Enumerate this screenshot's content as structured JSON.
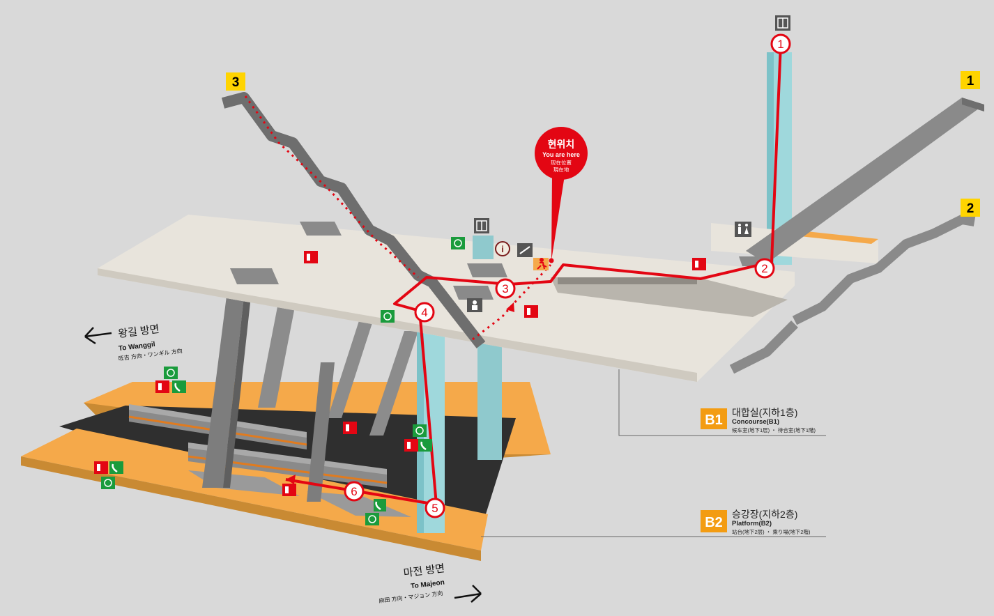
{
  "exits": [
    {
      "id": "exit-1",
      "label": "1"
    },
    {
      "id": "exit-2",
      "label": "2"
    },
    {
      "id": "exit-3",
      "label": "3"
    }
  ],
  "you_are_here": {
    "ko": "현위치",
    "en": "You are here",
    "zh": "现在位置",
    "ja": "現在地"
  },
  "route_steps": [
    "1",
    "2",
    "3",
    "4",
    "5",
    "6"
  ],
  "directions": {
    "wanggil": {
      "ko": "왕길 방면",
      "en": "To Wanggil",
      "sub": "旺吉 方向・ワンギル 方向"
    },
    "majeon": {
      "ko": "마전 방면",
      "en": "To Majeon",
      "sub": "麻田 方向・マジョン 方向"
    }
  },
  "floors": {
    "b1": {
      "badge": "B1",
      "ko": "대합실(지하1층)",
      "en": "Concourse(B1)",
      "sub": "候车室(地下1层) ・ 待合室(地下1階)"
    },
    "b2": {
      "badge": "B2",
      "ko": "승강장(지하2층)",
      "en": "Platform(B2)",
      "sub": "站台(地下2层) ・ 乘り場(地下2階)"
    }
  },
  "icons": {
    "elevator": "elevator-icon",
    "info": "information-icon",
    "restroom": "restroom-icon",
    "nursing": "nursing-room-icon",
    "fire_extinguisher": "fire-extinguisher-icon",
    "emergency_phone": "emergency-phone-icon",
    "aed": "aed-icon"
  },
  "colors": {
    "route": "#e30613",
    "exit_badge": "#ffd400",
    "floor_badge": "#f39c12",
    "platform": "#f5a94a",
    "elevator_shaft": "#8fd3d8"
  }
}
